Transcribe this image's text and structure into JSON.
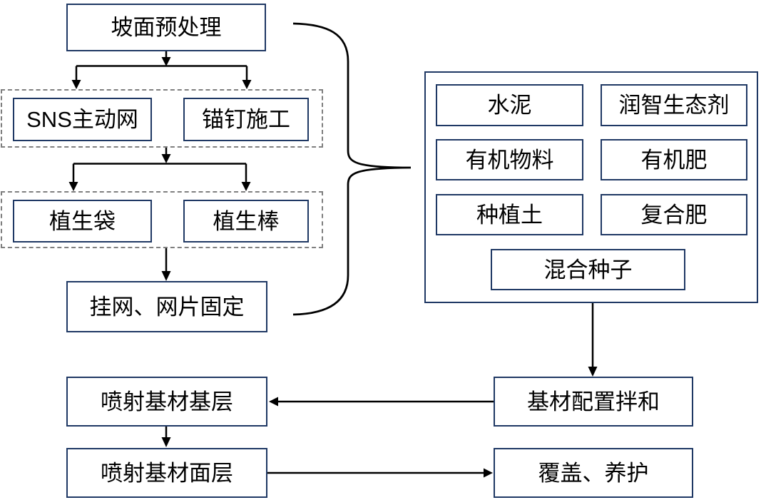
{
  "nodes": {
    "slope_pretreatment": "坡面预处理",
    "sns_active_net": "SNS主动网",
    "anchor_bolt_construction": "锚钉施工",
    "vegetation_bag": "植生袋",
    "vegetation_rod": "植生棒",
    "net_hanging_fixing": "挂网、网片固定",
    "cement": "水泥",
    "runzhi_ecological_agent": "润智生态剂",
    "organic_material": "有机物料",
    "organic_fertilizer": "有机肥",
    "planting_soil": "种植土",
    "compound_fertilizer": "复合肥",
    "mixed_seeds": "混合种子",
    "substrate_preparation_mixing": "基材配置拌和",
    "spray_substrate_base_layer": "喷射基材基层",
    "spray_substrate_surface_layer": "喷射基材面层",
    "cover_maintenance": "覆盖、养护"
  },
  "colors": {
    "solid_box_border": "#1f3864",
    "dashed_container_border": "#7f7f7f",
    "connector": "#000000",
    "text": "#000000",
    "background": "#ffffff"
  }
}
